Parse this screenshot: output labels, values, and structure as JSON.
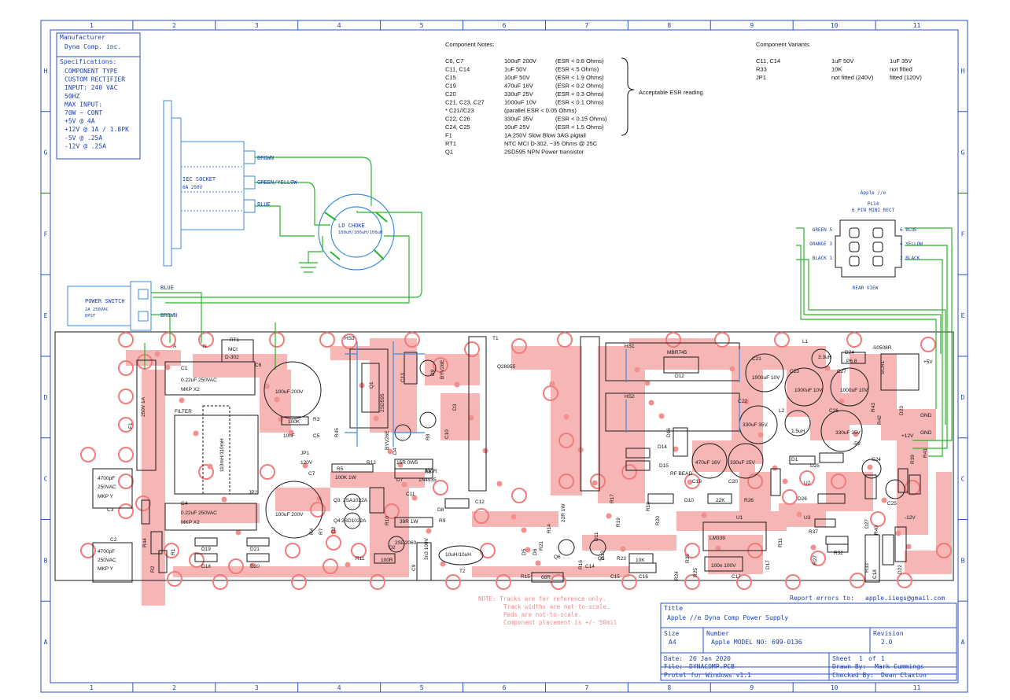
{
  "border": {
    "columns": [
      "1",
      "2",
      "3",
      "4",
      "5",
      "6",
      "7",
      "8",
      "9",
      "10",
      "11"
    ],
    "rows": [
      "H",
      "G",
      "F",
      "E",
      "D",
      "C",
      "B",
      "A"
    ]
  },
  "manufacturer": {
    "heading": "Manufacturer",
    "name": "Dyna Comp. inc."
  },
  "specifications": {
    "heading": "Specifications:",
    "lines": [
      "COMPONENT TYPE",
      "CUSTOM RECTIFIER",
      "INPUT: 240 VAC",
      "50HZ",
      "MAX INPUT:",
      "70W ~ CONT",
      "+5V @ 4A",
      "+12V @ 1A / 1.8PK",
      "-5V @ .25A",
      "-12V @ .25A"
    ]
  },
  "component_notes": {
    "heading": "Component Notes:",
    "rows": [
      {
        "ref": "C6, C7",
        "val": "100uF 200V",
        "esr": "(ESR < 0.8 Ohms)"
      },
      {
        "ref": "C11, C14",
        "val": "1uF 50V",
        "esr": "(ESR < 5 Ohms)"
      },
      {
        "ref": "C15",
        "val": "10uF 50V",
        "esr": "(ESR < 1.9 Ohms)"
      },
      {
        "ref": "C19",
        "val": "470uF 16V",
        "esr": "(ESR < 0.2 Ohms)"
      },
      {
        "ref": "C20",
        "val": "330uF 25V",
        "esr": "(ESR < 0.3 Ohms)"
      },
      {
        "ref": "C21, C23, C27",
        "val": "1000uF 10V",
        "esr": "(ESR < 0.1 Ohms)"
      },
      {
        "ref": "* C21//C23",
        "val": "(parallel ESR < 0.05 Ohms)",
        "esr": ""
      },
      {
        "ref": "C22, C26",
        "val": "330uF 35V",
        "esr": "(ESR < 0.15 Ohms)"
      },
      {
        "ref": "C24, C25",
        "val": "10uF 25V",
        "esr": "(ESR < 1.5 Ohms)"
      },
      {
        "ref": "F1",
        "val": "1A 250V Slow Blow 3AG pigtail",
        "esr": ""
      },
      {
        "ref": "RT1",
        "val": "NTC MCI D-302, ~35 Ohms @ 25C",
        "esr": ""
      },
      {
        "ref": "Q1",
        "val": "2SD595 NPN Power transistor",
        "esr": ""
      }
    ],
    "bracket_label": "Acceptable ESR reading"
  },
  "component_variants": {
    "heading": "Component Variants",
    "rows": [
      {
        "ref": "C11, C14",
        "a": "1uF 50V",
        "b": "1uF 35V"
      },
      {
        "ref": "R33",
        "a": "10K",
        "b": "not fitted"
      },
      {
        "ref": "JP1",
        "a": "not fitted (240V)",
        "b": "fitted (120V)"
      }
    ]
  },
  "inlet": {
    "socket_label": "IEC SOCKET",
    "socket_rating": "6A 250V",
    "wires": [
      "BROWN",
      "GREEN/YELLOW",
      "BLUE"
    ],
    "choke_label": "LO CHOKE",
    "choke_value": "100uH/100uH/100uH"
  },
  "power_switch": {
    "label": "POWER SWITCH",
    "rating": "2A 250VAC",
    "type": "DPST",
    "wires": [
      "BLUE",
      "BROWN"
    ]
  },
  "connector": {
    "title": "Apple //e",
    "ref": "PL14",
    "desc": "6 PIN MINI RECT",
    "view": "REAR VIEW",
    "pins_left": [
      "GREEN 5",
      "ORANGE 3",
      "BLACK 1"
    ],
    "pins_right": [
      "6 BLUE",
      "4 YELLOW",
      "2 BLACK"
    ]
  },
  "pcb_labels": [
    {
      "id": "A",
      "text": "A"
    },
    {
      "id": "N",
      "text": "N"
    },
    {
      "id": "RT1",
      "text": "RT1"
    },
    {
      "id": "MCI",
      "text": "MCI"
    },
    {
      "id": "D302",
      "text": "D-302"
    },
    {
      "id": "C1",
      "text": "C1"
    },
    {
      "id": "C1v",
      "text": "0.22uF 250VAC"
    },
    {
      "id": "C1t",
      "text": "MKP X2"
    },
    {
      "id": "C6",
      "text": "C6"
    },
    {
      "id": "C6v",
      "text": "100uF 200V"
    },
    {
      "id": "F1",
      "text": "F1"
    },
    {
      "id": "F1v",
      "text": "250V 1A"
    },
    {
      "id": "FILTER",
      "text": "FILTER"
    },
    {
      "id": "FILTv",
      "text": "110mH/110mH"
    },
    {
      "id": "R3",
      "text": "R3"
    },
    {
      "id": "R3v",
      "text": "100K"
    },
    {
      "id": "C5",
      "text": "C5"
    },
    {
      "id": "C5v",
      "text": "10nF"
    },
    {
      "id": "JP1",
      "text": "JP1"
    },
    {
      "id": "JP1v",
      "text": "120V"
    },
    {
      "id": "R5",
      "text": "R5"
    },
    {
      "id": "R5v",
      "text": "100K 1W"
    },
    {
      "id": "C7",
      "text": "C7"
    },
    {
      "id": "C7v",
      "text": "100uF 200V"
    },
    {
      "id": "JP2",
      "text": "JP2"
    },
    {
      "id": "C3",
      "text": "C3"
    },
    {
      "id": "C3v",
      "text": "4700pF"
    },
    {
      "id": "C3v2",
      "text": "250VAC"
    },
    {
      "id": "C3t",
      "text": "MKP Y"
    },
    {
      "id": "C2",
      "text": "C2"
    },
    {
      "id": "C2v",
      "text": "4700pF"
    },
    {
      "id": "C2v2",
      "text": "250VAC"
    },
    {
      "id": "C2t",
      "text": "MKP Y"
    },
    {
      "id": "C4",
      "text": "C4"
    },
    {
      "id": "C4v",
      "text": "0.22uF 250VAC"
    },
    {
      "id": "C4t",
      "text": "MKP X2"
    },
    {
      "id": "D19",
      "text": "D19"
    },
    {
      "id": "D18",
      "text": "D18"
    },
    {
      "id": "D21",
      "text": "D21"
    },
    {
      "id": "D20",
      "text": "D20"
    },
    {
      "id": "R44",
      "text": "R44"
    },
    {
      "id": "R1",
      "text": "R1"
    },
    {
      "id": "R2",
      "text": "R2"
    },
    {
      "id": "HS3",
      "text": "HS3"
    },
    {
      "id": "Q1",
      "text": "Q1"
    },
    {
      "id": "Q1v",
      "text": "2SD595"
    },
    {
      "id": "C13",
      "text": "C13"
    },
    {
      "id": "D9",
      "text": "D9"
    },
    {
      "id": "D9v",
      "text": "BYV26E"
    },
    {
      "id": "D4",
      "text": "D4"
    },
    {
      "id": "D4v",
      "text": "BYV26E"
    },
    {
      "id": "R45",
      "text": "R45"
    },
    {
      "id": "D3",
      "text": "D3"
    },
    {
      "id": "C10",
      "text": "C10"
    },
    {
      "id": "R8",
      "text": "R8"
    },
    {
      "id": "R12",
      "text": "R12"
    },
    {
      "id": "R12v",
      "text": "15R 0W5"
    },
    {
      "id": "R6",
      "text": "R6"
    },
    {
      "id": "R6v",
      "text": "330R"
    },
    {
      "id": "D7",
      "text": "D7"
    },
    {
      "id": "D7v",
      "text": "1N4935"
    },
    {
      "id": "Q3",
      "text": "Q3"
    },
    {
      "id": "Q3v",
      "text": "2SA1022A"
    },
    {
      "id": "Q4",
      "text": "Q4"
    },
    {
      "id": "Q4v",
      "text": "2SD1022A"
    },
    {
      "id": "C11",
      "text": "C11"
    },
    {
      "id": "D8",
      "text": "D8"
    },
    {
      "id": "R9",
      "text": "R9"
    },
    {
      "id": "R9v",
      "text": "39R 1W"
    },
    {
      "id": "R10",
      "text": "R10"
    },
    {
      "id": "R11",
      "text": "R11"
    },
    {
      "id": "Q2",
      "text": "Q2"
    },
    {
      "id": "Q2v",
      "text": "2SD2060"
    },
    {
      "id": "C12",
      "text": "C12"
    },
    {
      "id": "R10v",
      "text": "100R"
    },
    {
      "id": "C9",
      "text": "C9"
    },
    {
      "id": "C9v",
      "text": "3n3 100V"
    },
    {
      "id": "T2",
      "text": "T2"
    },
    {
      "id": "T2v",
      "text": "10uH/10uH"
    },
    {
      "id": "T1",
      "text": "T1"
    },
    {
      "id": "Q28",
      "text": "Q28955"
    },
    {
      "id": "R4",
      "text": "R4"
    },
    {
      "id": "R7",
      "text": "R7"
    },
    {
      "id": "D2",
      "text": "D2"
    },
    {
      "id": "D1",
      "text": "D1"
    },
    {
      "id": "HS1",
      "text": "HS1"
    },
    {
      "id": "MBR",
      "text": "MBR745"
    },
    {
      "id": "D12",
      "text": "D12"
    },
    {
      "id": "HS2",
      "text": "HS2"
    },
    {
      "id": "D16",
      "text": "D16"
    },
    {
      "id": "D14",
      "text": "D14"
    },
    {
      "id": "D15",
      "text": "D15"
    },
    {
      "id": "RFB",
      "text": "RF BEAD"
    },
    {
      "id": "C19",
      "text": "C19"
    },
    {
      "id": "C19v",
      "text": "470uF 16V"
    },
    {
      "id": "C20",
      "text": "C20"
    },
    {
      "id": "C20v",
      "text": "330uF 25V"
    },
    {
      "id": "C21",
      "text": "C21"
    },
    {
      "id": "C21v",
      "text": "1000uF 10V"
    },
    {
      "id": "C23",
      "text": "C23"
    },
    {
      "id": "C23v",
      "text": "1000uF 10V"
    },
    {
      "id": "C27",
      "text": "C27"
    },
    {
      "id": "C27v",
      "text": "1000uF 10V"
    },
    {
      "id": "C22",
      "text": "C22"
    },
    {
      "id": "C22v",
      "text": "330uF 35V"
    },
    {
      "id": "C26",
      "text": "C26"
    },
    {
      "id": "C26v",
      "text": "330uF 35V"
    },
    {
      "id": "L1",
      "text": "L1"
    },
    {
      "id": "L1v",
      "text": "3.3uH"
    },
    {
      "id": "L2",
      "text": "L2"
    },
    {
      "id": "L2v",
      "text": "1.5uH"
    },
    {
      "id": "D24",
      "text": "D24"
    },
    {
      "id": "D24v",
      "text": "P6.8"
    },
    {
      "id": "SCR1",
      "text": "SCR1"
    },
    {
      "id": "S0508",
      "text": "S0508R"
    },
    {
      "id": "P5V",
      "text": "+5V"
    },
    {
      "id": "GND1",
      "text": "GND"
    },
    {
      "id": "GND2",
      "text": "GND"
    },
    {
      "id": "P12V",
      "text": "+12V"
    },
    {
      "id": "M5V",
      "text": "-5V"
    },
    {
      "id": "M12V",
      "text": "-12V"
    },
    {
      "id": "D23",
      "text": "D23"
    },
    {
      "id": "R43",
      "text": "R43"
    },
    {
      "id": "R42",
      "text": "R42"
    },
    {
      "id": "D25",
      "text": "D25"
    },
    {
      "id": "C24",
      "text": "C24"
    },
    {
      "id": "C25",
      "text": "C25"
    },
    {
      "id": "U2",
      "text": "U2"
    },
    {
      "id": "U3",
      "text": "U3"
    },
    {
      "id": "D26",
      "text": "D26"
    },
    {
      "id": "U1",
      "text": "U1"
    },
    {
      "id": "LM339",
      "text": "LM339"
    },
    {
      "id": "D17",
      "text": "D17"
    },
    {
      "id": "C17",
      "text": "C17"
    },
    {
      "id": "C17v",
      "text": "100n 100V"
    },
    {
      "id": "C16",
      "text": "C16"
    },
    {
      "id": "C15",
      "text": "C15"
    },
    {
      "id": "C14",
      "text": "C14"
    },
    {
      "id": "R15",
      "text": "R15"
    },
    {
      "id": "R15v",
      "text": "68R"
    },
    {
      "id": "R16",
      "text": "R16"
    },
    {
      "id": "R14",
      "text": "R14"
    },
    {
      "id": "R14v",
      "text": "22R 1W"
    },
    {
      "id": "R21",
      "text": "R21"
    },
    {
      "id": "D5",
      "text": "D5"
    },
    {
      "id": "D6",
      "text": "D6"
    },
    {
      "id": "Q6",
      "text": "Q6"
    },
    {
      "id": "Q5",
      "text": "Q5"
    },
    {
      "id": "D11",
      "text": "D11"
    },
    {
      "id": "D13",
      "text": "D13"
    },
    {
      "id": "R17",
      "text": "R17"
    },
    {
      "id": "R19",
      "text": "R19"
    },
    {
      "id": "R18",
      "text": "R18"
    },
    {
      "id": "R20",
      "text": "R20"
    },
    {
      "id": "R26",
      "text": "R26"
    },
    {
      "id": "R26v",
      "text": "22K"
    },
    {
      "id": "D10",
      "text": "D10"
    },
    {
      "id": "R23",
      "text": "R23"
    },
    {
      "id": "R23v",
      "text": "10K"
    },
    {
      "id": "R24",
      "text": "R24"
    },
    {
      "id": "R25",
      "text": "R25"
    },
    {
      "id": "R35",
      "text": "R35"
    },
    {
      "id": "R31",
      "text": "R31"
    },
    {
      "id": "R32",
      "text": "R32"
    },
    {
      "id": "R33",
      "text": "R33"
    },
    {
      "id": "R37",
      "text": "R37"
    },
    {
      "id": "R40",
      "text": "R40"
    },
    {
      "id": "C18",
      "text": "C18"
    },
    {
      "id": "D22",
      "text": "D22"
    },
    {
      "id": "D27",
      "text": "D27"
    },
    {
      "id": "R27",
      "text": "R27"
    },
    {
      "id": "R39",
      "text": "R39"
    },
    {
      "id": "R41",
      "text": "R41"
    }
  ],
  "disclaimer": [
    "NOTE: Tracks are for reference only.",
    "Track widths are not-to-scale.",
    "Pads are not-to-scale.",
    "Component placement is +/- 50mil"
  ],
  "title_block": {
    "report_label": "Report errors to:",
    "report_email": "apple.iiegs@gmail.com",
    "title_label": "Title",
    "title": "Apple //e Dyna Comp Power Supply",
    "size_label": "Size",
    "size": "A4",
    "number_label": "Number",
    "number": "Apple MODEL NO: 699-0136",
    "revision_label": "Revision",
    "revision": "2.0",
    "date_label": "Date:",
    "date": "26 Jan 2020",
    "file_label": "File:",
    "file": "DYNACOMP.PCB",
    "software": "Protel for Windows v1.1",
    "sheet_label": "Sheet",
    "sheet": "1",
    "of_label": "of",
    "of": "1",
    "drawn_label": "Drawn By:",
    "drawn": "Mark Cummings",
    "checked_label": "Checked By:",
    "checked": "Dean Claxton"
  },
  "colors": {
    "border": "#2a4fc7",
    "pad": "#f4a3a3",
    "track": "#f7b3b3",
    "wire": "#2bb52b",
    "silk": "#1a1a1a",
    "blue_outline": "#3a8ee0",
    "note_red": "#f08a8a"
  }
}
